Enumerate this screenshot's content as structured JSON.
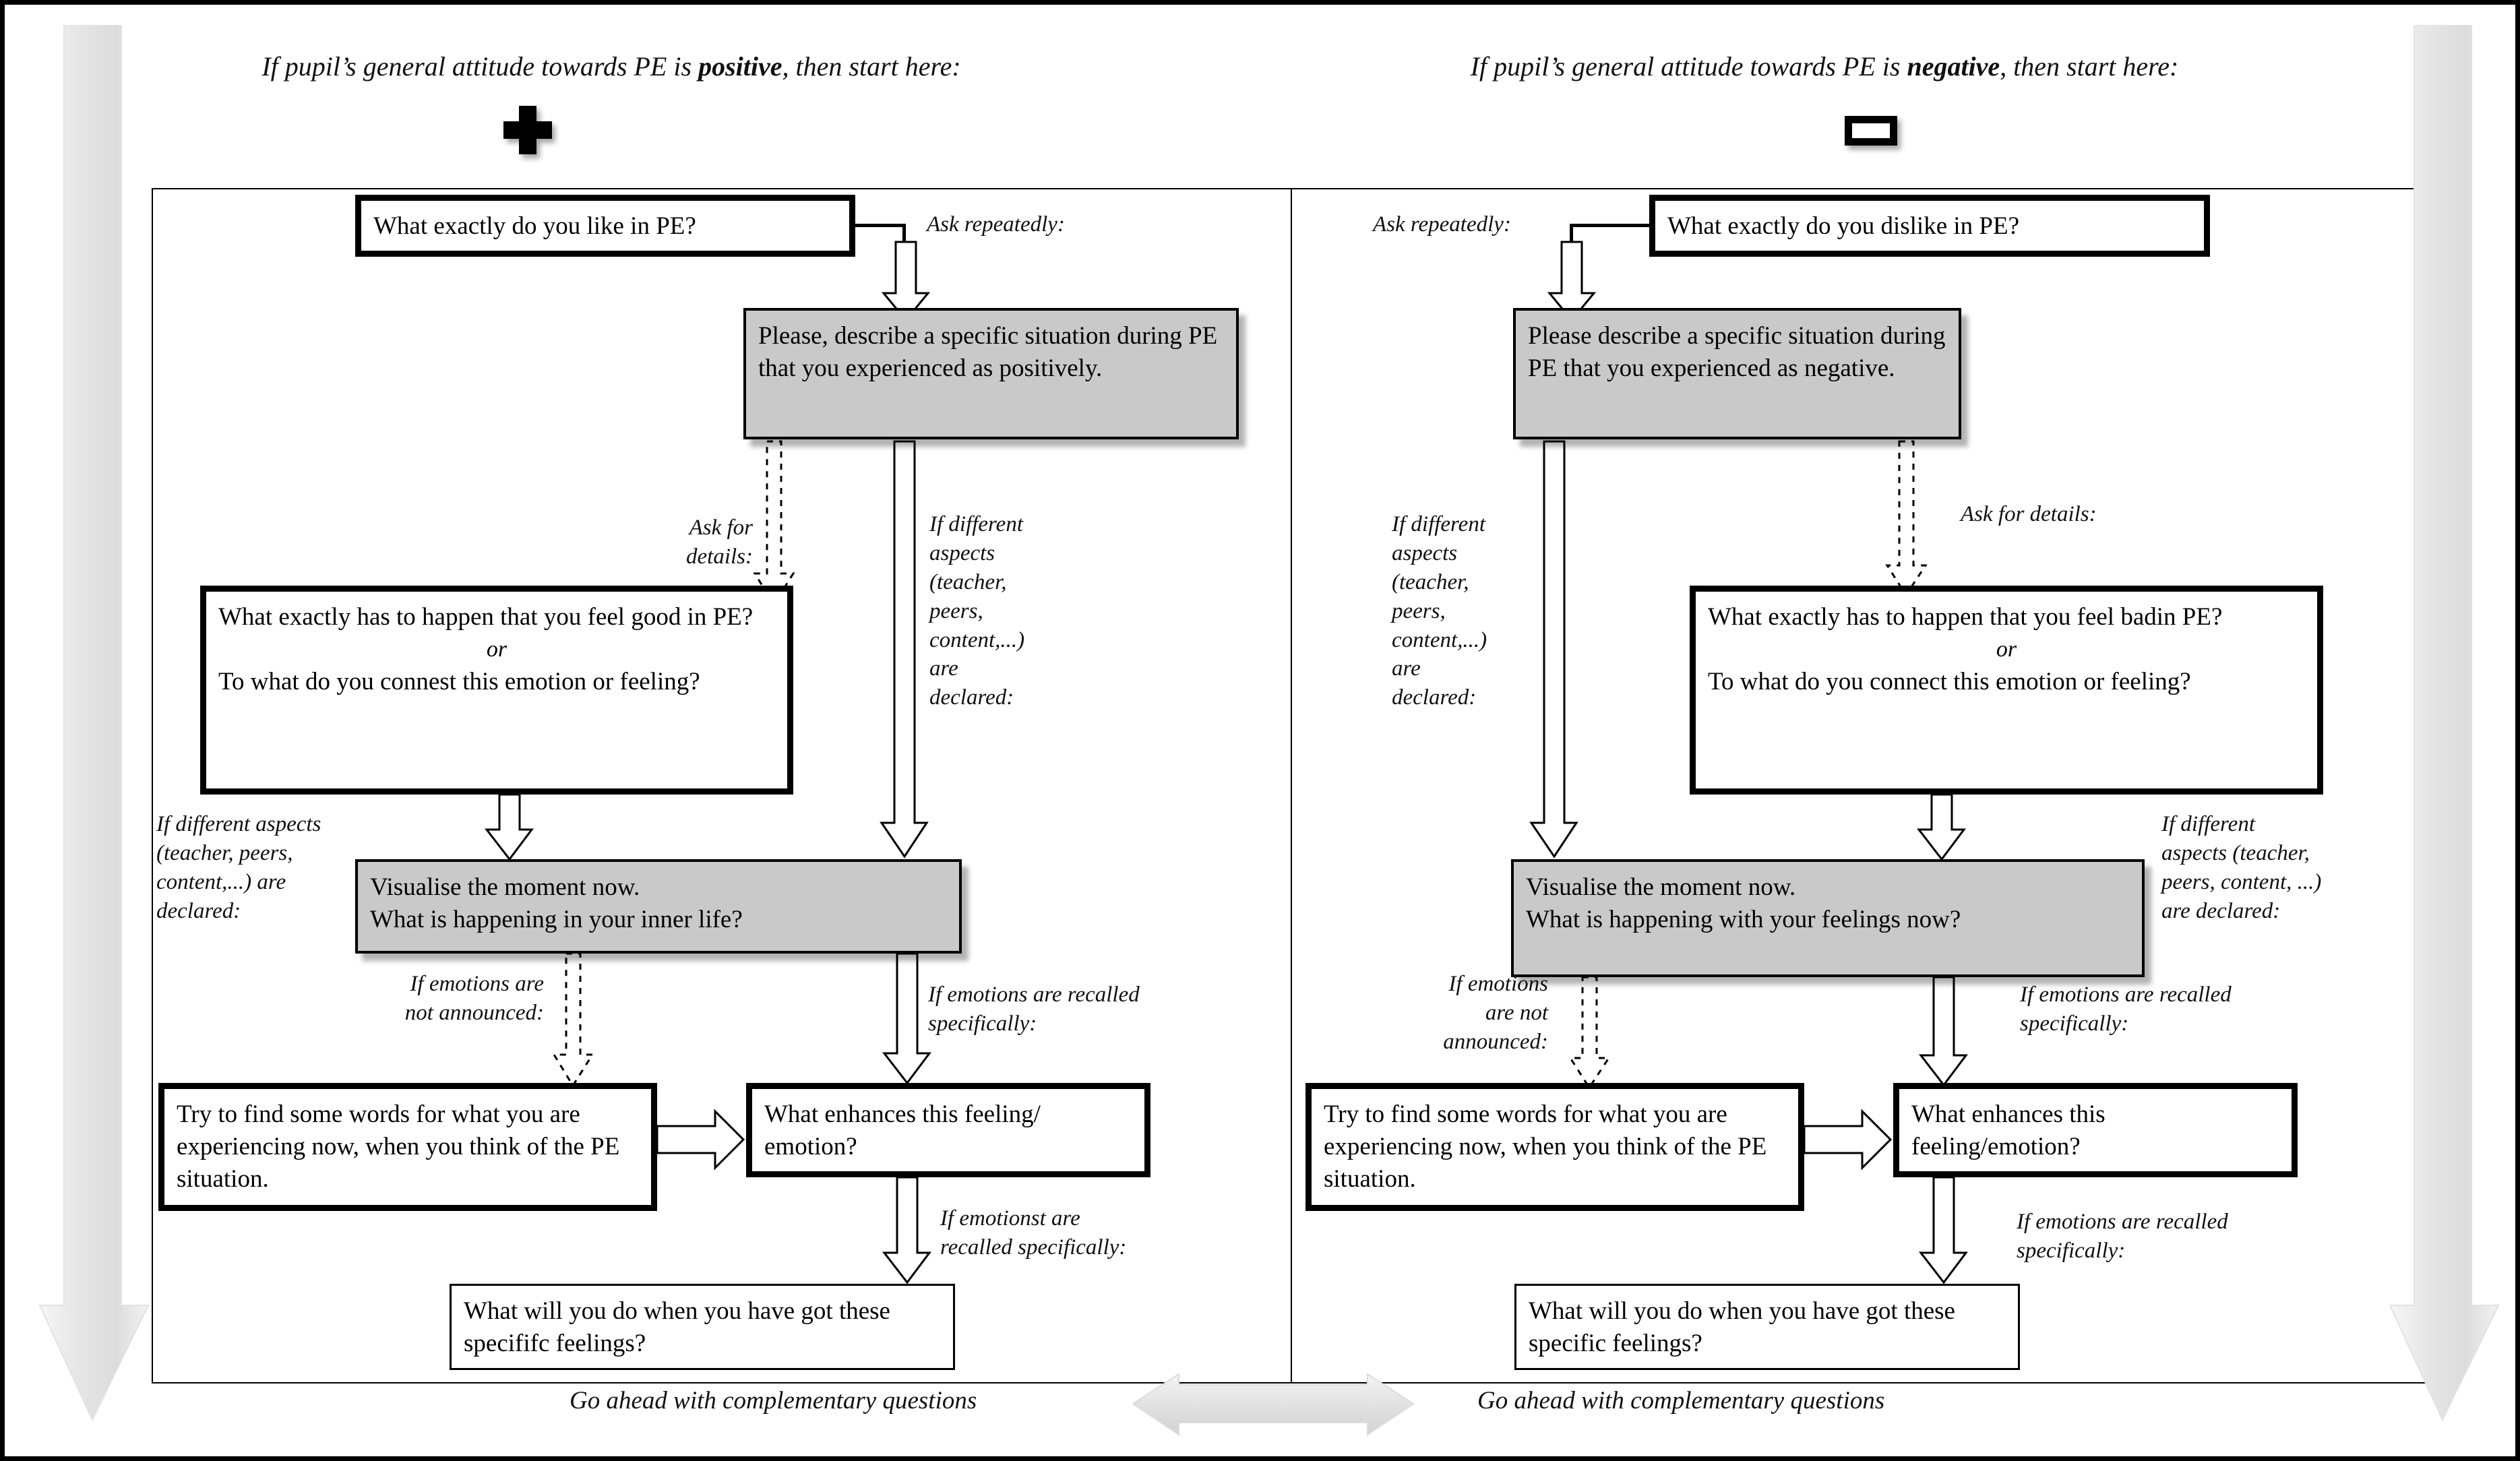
{
  "header": {
    "left_prefix": "If pupil’s general attitude towards PE is ",
    "left_bold": "positive",
    "left_suffix": ", then start here:",
    "right_prefix": "If pupil’s general attitude towards PE is ",
    "right_bold": "negative",
    "right_suffix": ", then start here:",
    "left_icon": "plus-icon",
    "right_icon": "minus-icon"
  },
  "left_branch": {
    "start_box": "What exactly do you like in PE?",
    "ask_repeatedly": "Ask repeatedly:",
    "describe_box": "Please, describe a specific situation during PE that you experienced as positively.",
    "ask_for_details": "Ask for\ndetails:",
    "different_aspects_mid": "If different\naspects\n(teacher,\npeers,\ncontent,...)\nare\ndeclared:",
    "feel_good_box_line1": "What exactly has to happen that you feel good in PE?",
    "feel_good_or": "or",
    "feel_good_box_line2": "To what do you connest this emotion or feeling?",
    "different_aspects_left": "If different aspects\n(teacher, peers,\ncontent,...) are\ndeclared:",
    "visualise_box": "Visualise the moment now.\nWhat is happening in your inner life?",
    "emotions_not_announced": "If emotions are\nnot announced:",
    "emotions_recalled_1": "If emotions are recalled\nspecifically:",
    "find_words_box": "Try to find some words for what you are experiencing now, when you think of the PE situation.",
    "enhances_box": "What enhances this feeling/ emotion?",
    "emotions_recalled_2": "If emotionst are\nrecalled specifically:",
    "final_box": "What will you do when you have got these specififc feelings?",
    "footer": "Go ahead with complementary questions"
  },
  "right_branch": {
    "start_box": "What exactly do you dislike in PE?",
    "ask_repeatedly": "Ask repeatedly:",
    "describe_box": "Please describe a specific situation during PE that you experienced as negative.",
    "ask_for_details": "Ask for details:",
    "different_aspects_mid": "If different\naspects\n(teacher,\npeers,\ncontent,...)\nare\ndeclared:",
    "feel_bad_box_line1": "What exactly has to happen that you feel badin PE?",
    "feel_bad_or": "or",
    "feel_bad_box_line2": "To what do you connect this emotion or feeling?",
    "different_aspects_right": "If different\naspects (teacher,\npeers, content, ...)\nare declared:",
    "visualise_box": "Visualise the moment now.\nWhat is happening with your feelings now?",
    "emotions_not_announced": "If emotions\nare not\nannounced:",
    "emotions_recalled_1": "If emotions are recalled\nspecifically:",
    "enhances_box": "What enhances this feeling/emotion?",
    "emotions_recalled_2": "If emotions are recalled\nspecifically:",
    "final_box": "What will you do when you have got these specific feelings?",
    "footer": "Go ahead with complementary questions"
  },
  "decor": {
    "left_side_arrow": "down-arrow",
    "right_side_arrow": "down-arrow",
    "bottom_double_arrow": "double-headed-arrow"
  },
  "colors": {
    "grey_fill": "#c9c9c9",
    "outline": "#000000",
    "gradient_arrow": "#e3e3e3",
    "background": "#ffffff"
  }
}
